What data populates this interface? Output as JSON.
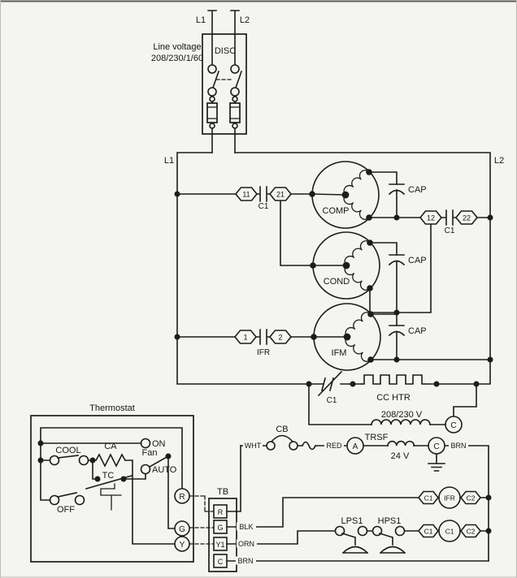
{
  "colors": {
    "ink": "#1c1c1c",
    "paper": "#f4f4f1"
  },
  "power": {
    "l1_top": "L1",
    "l2_top": "L2",
    "line_voltage_line1": "Line voltage",
    "line_voltage_line2": "208/230/1/60",
    "disc": "DISC",
    "l1_rail": "L1",
    "l2_rail": "L2"
  },
  "contacts": {
    "k11": "11",
    "k21": "21",
    "k12": "12",
    "k22": "22",
    "c1_left": "C1",
    "c1_right": "C1",
    "ifr_1": "1",
    "ifr_2": "2",
    "ifr": "IFR"
  },
  "motors": {
    "comp": "COMP",
    "cond": "COND",
    "ifm": "IFM",
    "cap_comp": "CAP",
    "cap_cond": "CAP",
    "cap_ifm": "CAP"
  },
  "heater": {
    "c1_switch": "C1",
    "cc_htr": "CC HTR"
  },
  "transformer": {
    "primary_voltage": "208/230 V",
    "name": "TRSF",
    "secondary_voltage": "24 V",
    "terminal_a": "A",
    "terminal_c_primary": "C",
    "terminal_c_secondary": "C"
  },
  "wires": {
    "wht": "WHT",
    "red": "RED",
    "brn_secondary": "BRN",
    "blk": "BLK",
    "orn": "ORN",
    "brn_common": "BRN"
  },
  "breaker": {
    "cb": "CB"
  },
  "thermostat": {
    "title": "Thermostat",
    "on": "ON",
    "cool": "COOL",
    "off": "OFF",
    "ca": "CA",
    "tc": "TC",
    "fan": "Fan",
    "auto": "AUTO",
    "term_r": "R",
    "term_g": "G",
    "term_y": "Y"
  },
  "terminal_board": {
    "title": "TB",
    "r": "R",
    "g": "G",
    "y1": "Y1",
    "c": "C"
  },
  "pressure_switches": {
    "lps1": "LPS1",
    "hps1": "HPS1"
  },
  "relay_row_ifr": {
    "c1": "C1",
    "coil": "IFR",
    "c2": "C2"
  },
  "relay_row_c1": {
    "c1": "C1",
    "coil": "C1",
    "c2": "C2"
  }
}
